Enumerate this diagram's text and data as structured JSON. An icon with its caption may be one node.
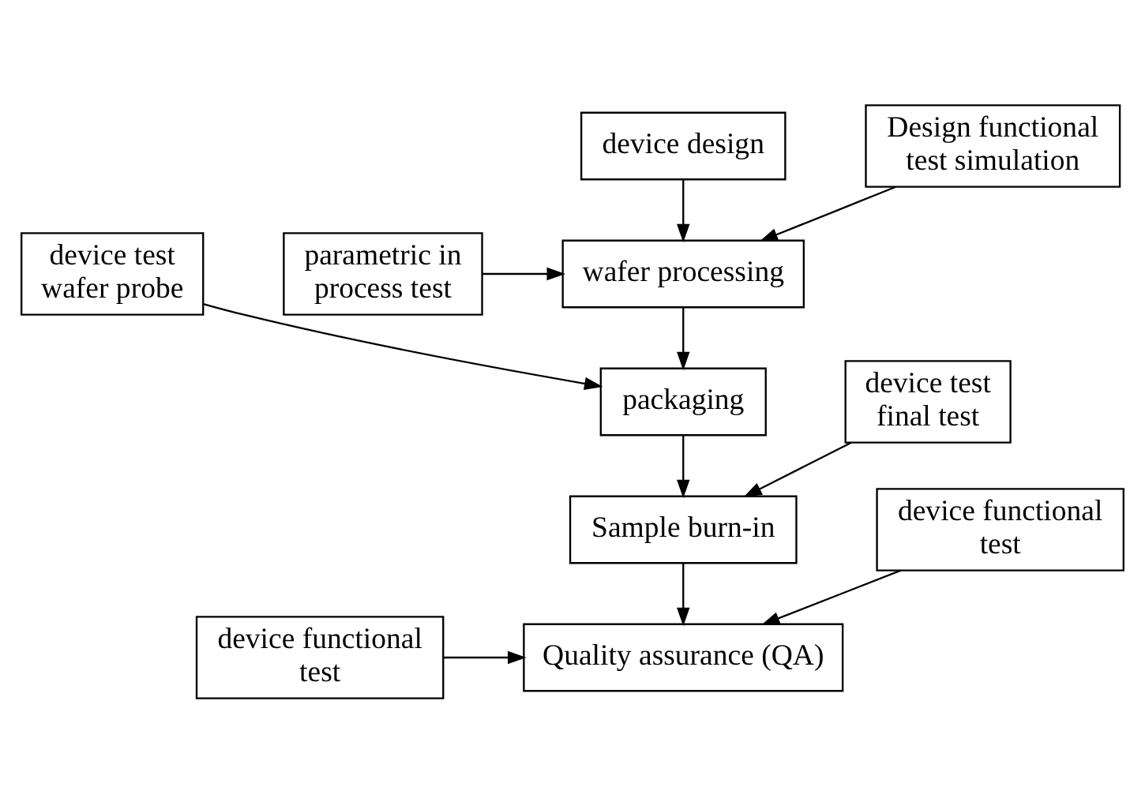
{
  "diagram": {
    "nodes": [
      {
        "text": [
          "device design"
        ]
      },
      {
        "text": [
          "Design functional test simulation"
        ]
      },
      {
        "text": [
          "parametric in process test"
        ]
      },
      {
        "text": [
          "wafer processing"
        ]
      },
      {
        "text": [
          "device test wafer probe"
        ]
      },
      {
        "text": [
          "packaging"
        ]
      },
      {
        "text": [
          "device test final test"
        ]
      },
      {
        "text": [
          "Sample burn-in"
        ]
      },
      {
        "text": [
          "device functional test"
        ]
      },
      {
        "text": [
          "Quality assurance (QA)"
        ]
      },
      {
        "text": [
          "device functional test"
        ]
      }
    ],
    "edges": [
      {
        "from": 0,
        "to": 3,
        "arrow": "to"
      },
      {
        "from": 1,
        "to": 3,
        "arrow": "to"
      },
      {
        "from": 2,
        "to": 3,
        "arrow": "to"
      },
      {
        "from": 3,
        "to": 5,
        "arrow": "to"
      },
      {
        "from": 4,
        "to": 5,
        "arrow": "to"
      },
      {
        "from": 5,
        "to": 7,
        "arrow": "to"
      },
      {
        "from": 6,
        "to": 7,
        "arrow": "to"
      },
      {
        "from": 7,
        "to": 9,
        "arrow": "to"
      },
      {
        "from": 8,
        "to": 9,
        "arrow": "to"
      },
      {
        "from": 10,
        "to": 9,
        "arrow": "to"
      }
    ]
  }
}
